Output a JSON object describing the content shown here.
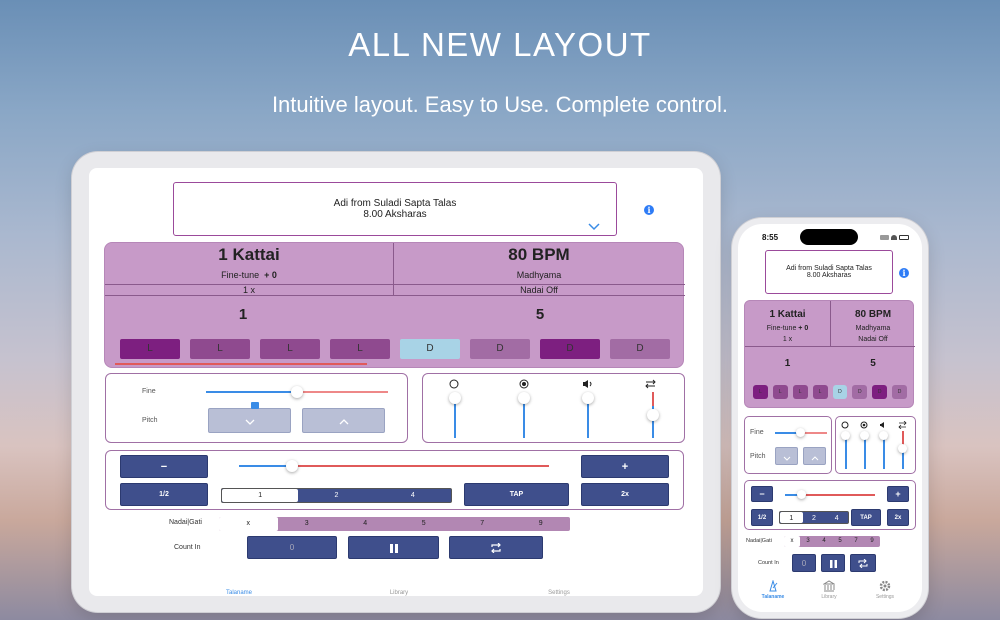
{
  "hero": {
    "title": "ALL NEW LAYOUT",
    "subtitle": "Intuitive layout. Easy to Use. Complete control."
  },
  "colors": {
    "accent_purple": "#c79ac8",
    "navy": "#3f4f8c",
    "beat_dark": "#7d1f80",
    "beat_mid": "#8f4a8f",
    "beat_drutam": "#a26ca4",
    "beat_current": "#a8d3e6",
    "track_red": "#e05a5a",
    "track_blue": "#3a8ce6"
  },
  "talam": {
    "line1": "Adi from Suladi Sapta Talas",
    "line2": "8.00 Aksharas",
    "chevron_icon": "chevron-down-icon",
    "info_icon": "info-icon"
  },
  "display": {
    "kattai": "1 Kattai",
    "bpm": "80 BPM",
    "finetune_label": "Fine-tune",
    "finetune_value": "+ 0",
    "speed_name": "Madhyama",
    "multiplier": "1 x",
    "nadai_status": "Nadai Off",
    "anga_count": "1",
    "beat_count": "5",
    "beats": [
      "L",
      "L",
      "L",
      "L",
      "D",
      "D",
      "D",
      "D"
    ],
    "current_beat_index": 4
  },
  "controls": {
    "fine_label": "Fine",
    "pitch_label": "Pitch",
    "fine_level": 0.5,
    "tempo_level": 0.17,
    "sound_icons": [
      "circle-icon",
      "target-icon",
      "speaker-icon",
      "swap-icon"
    ],
    "minus_label": "−",
    "plus_label": "+",
    "half_label": "1/2",
    "double_label": "2x",
    "tap_label": "TAP",
    "speed_options": [
      "1",
      "2",
      "4"
    ],
    "speed_selected": "1",
    "nadai_label": "Nadai|Gati",
    "nadai_options": [
      "x",
      "3",
      "4",
      "5",
      "7",
      "9"
    ],
    "nadai_selected": "x",
    "countin_label": "Count In",
    "countin_value": "0",
    "pause_icon": "pause-icon",
    "repeat_icon": "repeat-icon"
  },
  "tabs": [
    {
      "label": "Talaname",
      "icon": "metronome-icon"
    },
    {
      "label": "Library",
      "icon": "library-icon"
    },
    {
      "label": "Settings",
      "icon": "gear-icon"
    }
  ],
  "status_bar": {
    "time": "8:55"
  },
  "phone_display": {
    "finetune_label": "Fine-tune",
    "finetune_value": "+ 0"
  }
}
